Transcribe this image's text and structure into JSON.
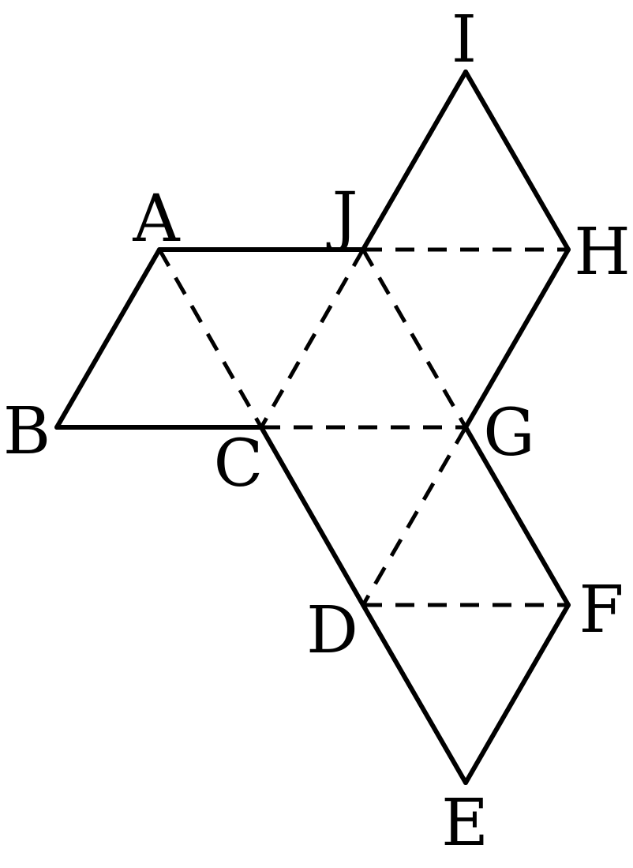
{
  "figure": {
    "points": {
      "A": "A",
      "B": "B",
      "C": "C",
      "D": "D",
      "E": "E",
      "F": "F",
      "G": "G",
      "H": "H",
      "I": "I",
      "J": "J"
    },
    "solid_edges": [
      [
        "A",
        "J"
      ],
      [
        "A",
        "B"
      ],
      [
        "B",
        "C"
      ],
      [
        "C",
        "D"
      ],
      [
        "D",
        "E"
      ],
      [
        "E",
        "F"
      ],
      [
        "F",
        "G"
      ],
      [
        "G",
        "H"
      ],
      [
        "H",
        "I"
      ],
      [
        "I",
        "J"
      ]
    ],
    "dashed_edges": [
      [
        "J",
        "H"
      ],
      [
        "A",
        "C"
      ],
      [
        "J",
        "C"
      ],
      [
        "J",
        "G"
      ],
      [
        "C",
        "G"
      ],
      [
        "G",
        "D"
      ],
      [
        "D",
        "F"
      ]
    ],
    "line_color": "#000000",
    "background": "#ffffff"
  }
}
